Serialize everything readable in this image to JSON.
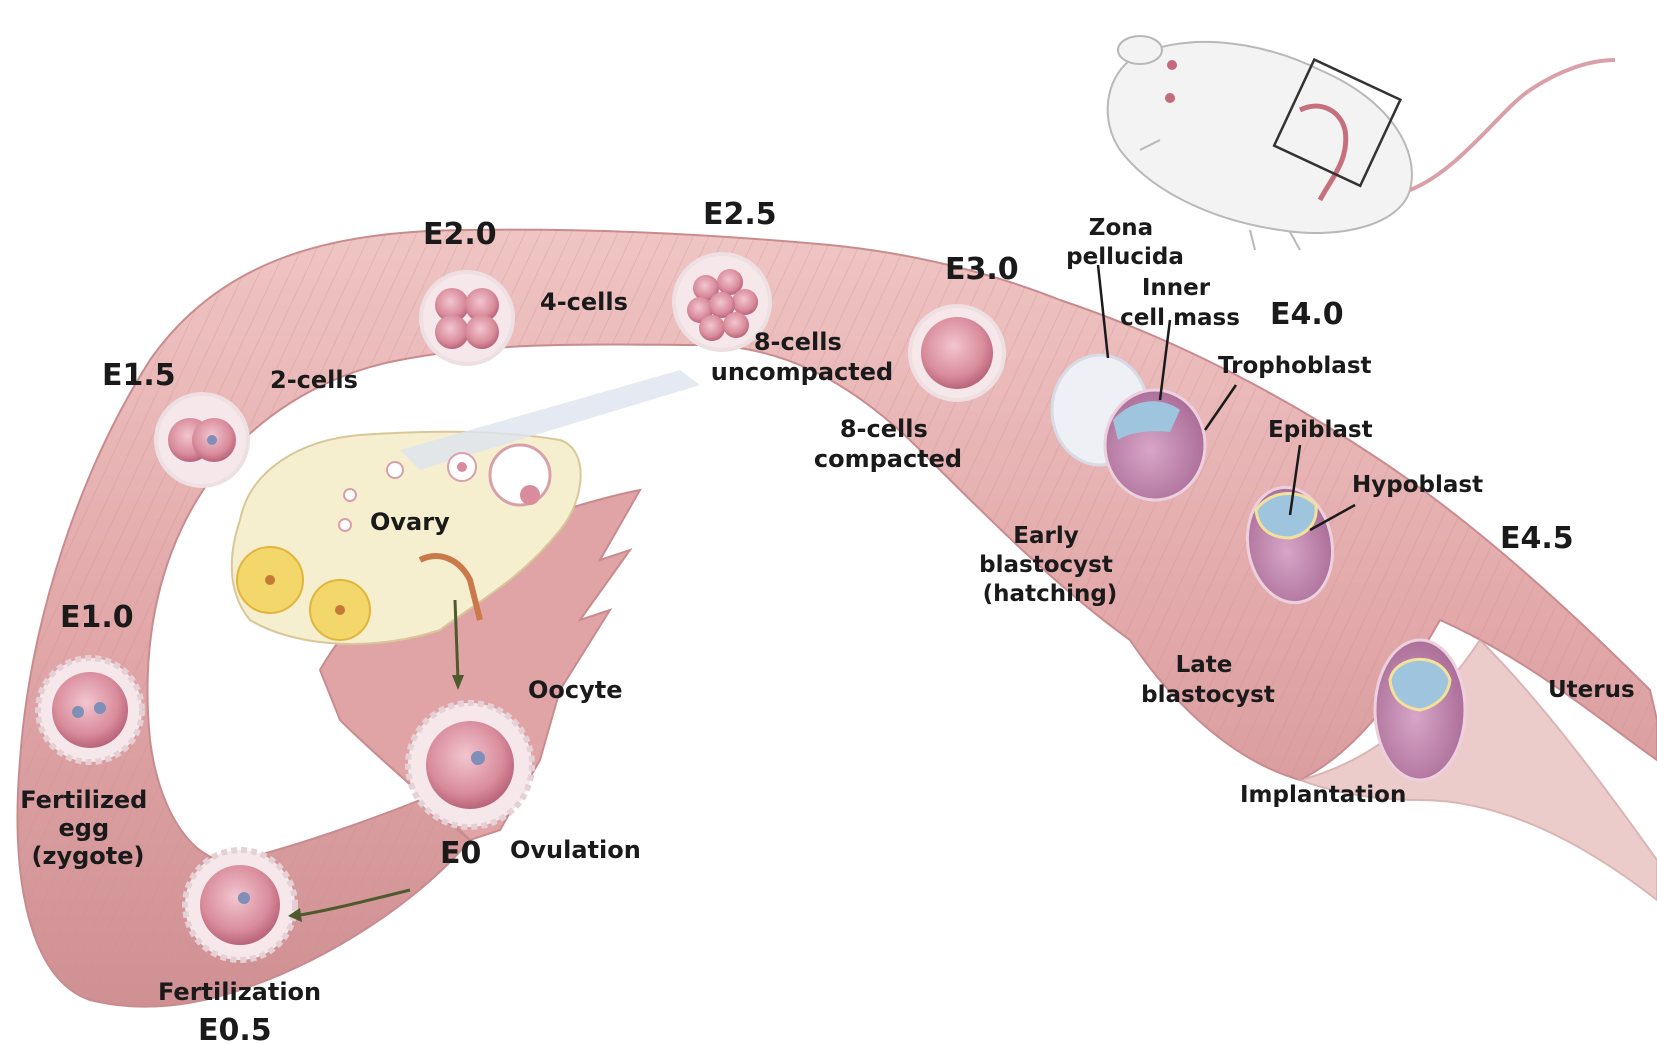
{
  "stages": {
    "e0": "E0",
    "e05": "E0.5",
    "e10": "E1.0",
    "e15": "E1.5",
    "e20": "E2.0",
    "e25": "E2.5",
    "e30": "E3.0",
    "e40": "E4.0",
    "e45": "E4.5"
  },
  "labels": {
    "ovary": "Ovary",
    "oocyte": "Oocyte",
    "ovulation": "Ovulation",
    "fertilization": "Fertilization",
    "fertilized_egg": [
      "Fertilized",
      "egg",
      "(zygote)"
    ],
    "two_cells": "2-cells",
    "four_cells": "4-cells",
    "eight_uncompacted": [
      "8-cells",
      "uncompacted"
    ],
    "eight_compacted": [
      "8-cells",
      "compacted"
    ],
    "zona": [
      "Zona",
      "pellucida"
    ],
    "inner_cell_mass": [
      "Inner",
      "cell mass"
    ],
    "trophoblast": "Trophoblast",
    "epiblast": "Epiblast",
    "hypoblast": "Hypoblast",
    "early_blastocyst": [
      "Early",
      "blastocyst",
      "(hatching)"
    ],
    "late_blastocyst": [
      "Late",
      "blastocyst"
    ],
    "uterus": "Uterus",
    "implantation": "Implantation"
  },
  "colors": {
    "tube": "#e8b4b4",
    "tube_dark": "#c98c8e",
    "ovary": "#f6efcf",
    "follicle_yellow": "#f3d76a",
    "cell": "#d98c9c",
    "cell_dark": "#b9647a",
    "icm_blue": "#9fc5de",
    "mouse_body": "#f3f3f3"
  },
  "icons": {
    "mouse": "mouse-illustration-icon",
    "zoom_box": "zoom-box-icon"
  }
}
